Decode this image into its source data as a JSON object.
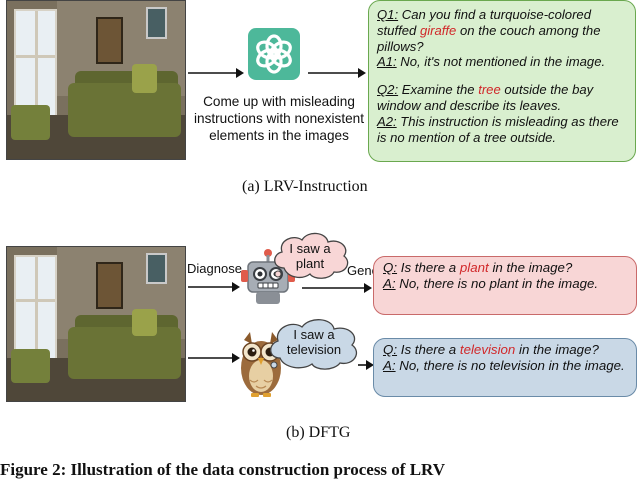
{
  "panel_a": {
    "middle_text": "Come up with misleading instructions with nonexistent elements in the images",
    "box": {
      "q1_label": "Q1:",
      "q1_text_before": "Can you find a turquoise-colored stuffed",
      "q1_highlight": "giraffe",
      "q1_text_after": "on the couch among the pillows?",
      "a1_label": "A1:",
      "a1_text": "No, it's not mentioned in the image.",
      "q2_label": "Q2:",
      "q2_text_before": "Examine the",
      "q2_highlight": "tree",
      "q2_text_after": "outside the bay window and describe its leaves.",
      "a2_label": "A2:",
      "a2_text": "This instruction is misleading as there is no mention of a tree outside."
    },
    "caption": "(a)  LRV-Instruction"
  },
  "panel_b": {
    "diagnose_label": "Diagnose",
    "generate_label": "Generate",
    "cloud_top": "I saw a plant",
    "cloud_bottom": "I saw a television",
    "box_plant": {
      "q_label": "Q:",
      "q_before": "Is there a",
      "q_highlight": "plant",
      "q_after": "in the image?",
      "a_label": "A:",
      "a_text": "No, there is no plant in the image."
    },
    "box_tv": {
      "q_label": "Q:",
      "q_before": "Is there a",
      "q_highlight": "television",
      "q_after": "in the image?",
      "a_label": "A:",
      "a_text": "No, there is no television in the image."
    },
    "caption": "(b)  DFTG"
  },
  "footer_truncated": "Figure 2: Illustration of the data construction process of LRV",
  "colors": {
    "green_box": "#d9efcf",
    "red_box": "#f8d6d6",
    "blue_box": "#c9d8e6",
    "highlight": "#d1282a",
    "openai_logo": "#4db89a"
  }
}
